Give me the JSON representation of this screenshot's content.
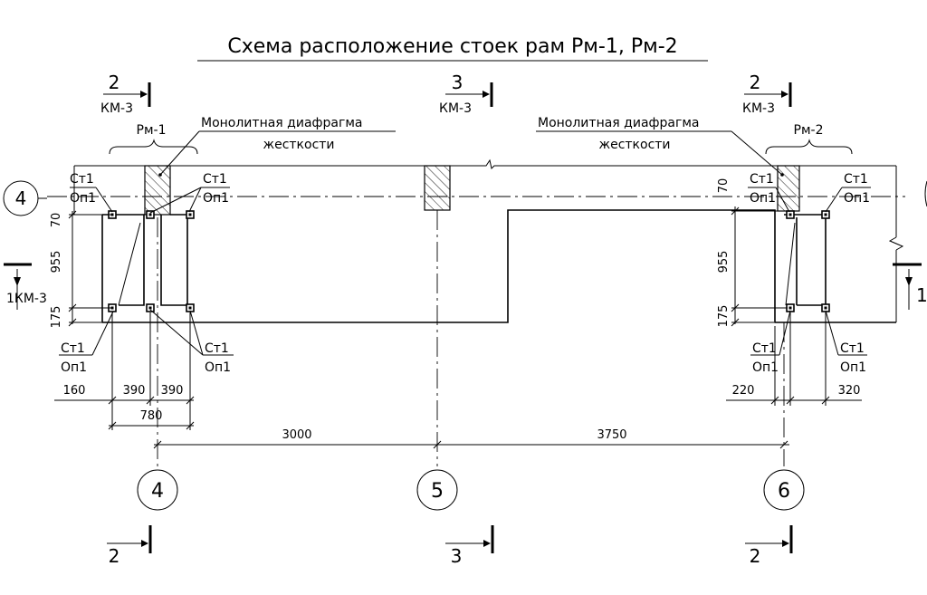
{
  "title": "Схема расположение стоек рам Рм-1, Рм-2",
  "frames": {
    "left": "Рм-1",
    "right": "Рм-2"
  },
  "diaphragm_label": {
    "line1": "Монолитная диафрагма",
    "line2": "жесткости"
  },
  "section_marks": {
    "s2_num": "2",
    "s3_num": "3",
    "s1_num": "1",
    "km3": "КМ-3",
    "s1_left": "1КМ-3"
  },
  "axis_labels": {
    "a4": "4",
    "a5": "5",
    "a6": "6"
  },
  "column_tags": {
    "st": "Ст1",
    "op": "Оп1"
  },
  "dims": {
    "d70": "70",
    "d955": "955",
    "d175": "175",
    "d160": "160",
    "d390": "390",
    "d780": "780",
    "d220": "220",
    "d320": "320",
    "d3000": "3000",
    "d3750": "3750"
  }
}
